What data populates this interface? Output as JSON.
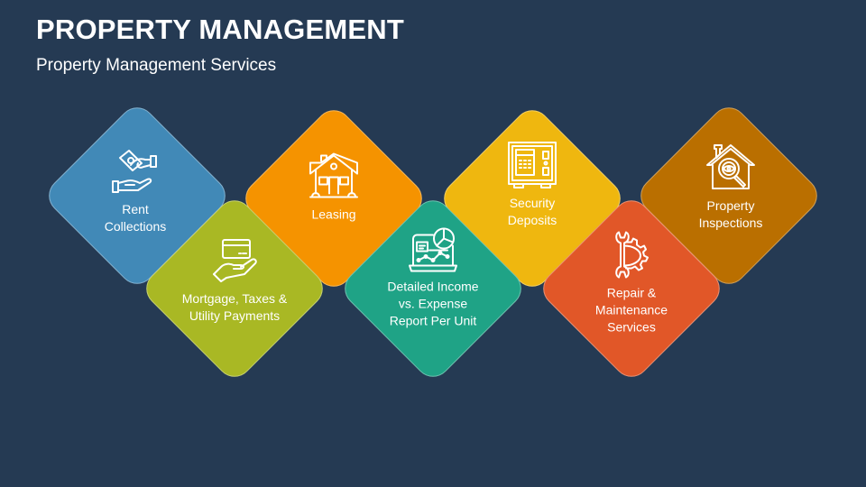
{
  "header": {
    "title": "PROPERTY MANAGEMENT",
    "subtitle": "Property Management Services"
  },
  "colors": {
    "background": "#253a53",
    "rent": "#4189b7",
    "mortgage": "#a9b824",
    "leasing": "#f59300",
    "income": "#1fa386",
    "security": "#efb70f",
    "repair": "#e15728",
    "inspections": "#ba6f00"
  },
  "services": [
    {
      "id": "rent",
      "label_line1": "Rent",
      "label_line2": "Collections",
      "label_line3": "",
      "icon": "hands-money-icon",
      "color": "#4189b7"
    },
    {
      "id": "mortgage",
      "label_line1": "Mortgage, Taxes &",
      "label_line2": "Utility Payments",
      "label_line3": "",
      "icon": "hand-card-icon",
      "color": "#a9b824"
    },
    {
      "id": "leasing",
      "label_line1": "Leasing",
      "label_line2": "",
      "label_line3": "",
      "icon": "house-icon",
      "color": "#f59300"
    },
    {
      "id": "income",
      "label_line1": "Detailed Income",
      "label_line2": "vs. Expense",
      "label_line3": "Report Per Unit",
      "icon": "laptop-chart-icon",
      "color": "#1fa386"
    },
    {
      "id": "security",
      "label_line1": "Security",
      "label_line2": "Deposits",
      "label_line3": "",
      "icon": "safe-icon",
      "color": "#efb70f"
    },
    {
      "id": "repair",
      "label_line1": "Repair &",
      "label_line2": "Maintenance",
      "label_line3": "Services",
      "icon": "wrench-gear-icon",
      "color": "#e15728"
    },
    {
      "id": "inspections",
      "label_line1": "Property",
      "label_line2": "Inspections",
      "label_line3": "",
      "icon": "house-magnifier-icon",
      "color": "#ba6f00"
    }
  ]
}
